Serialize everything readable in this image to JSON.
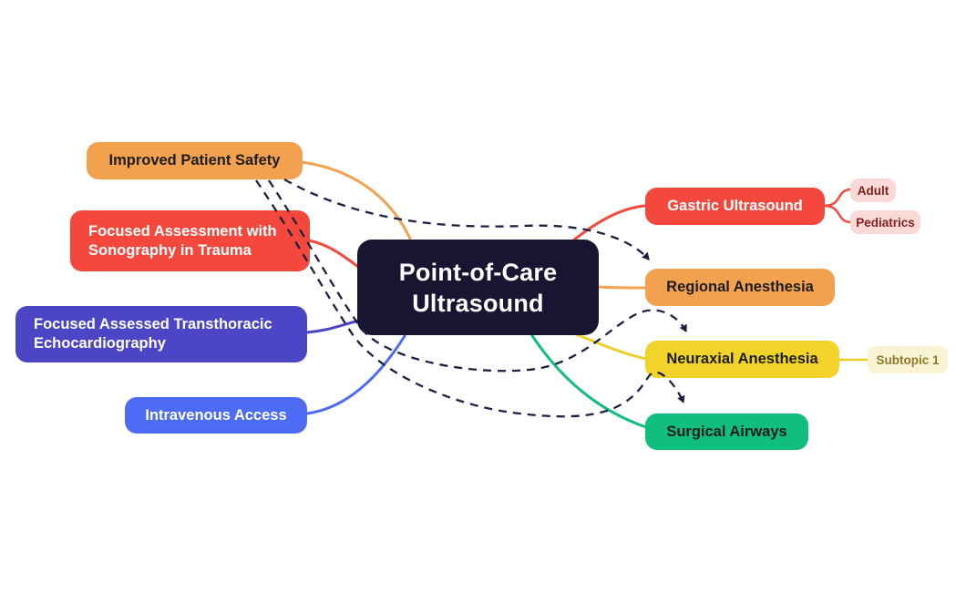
{
  "diagram": {
    "type": "mindmap",
    "title": "Point-of-Care Ultrasound"
  },
  "nodes": {
    "central": {
      "line1": "Point-of-Care",
      "line2": "Ultrasound"
    },
    "improved_patient_safety": {
      "label": "Improved Patient Safety"
    },
    "fast": {
      "line1": "Focused Assessment with",
      "line2": "Sonography in Trauma"
    },
    "fate": {
      "line1": "Focused Assessed Transthoracic",
      "line2": "Echocardiography"
    },
    "intravenous_access": {
      "label": "Intravenous Access"
    },
    "gastric_ultrasound": {
      "label": "Gastric Ultrasound"
    },
    "adult": {
      "label": "Adult"
    },
    "pediatrics": {
      "label": "Pediatrics"
    },
    "regional_anesthesia": {
      "label": "Regional Anesthesia"
    },
    "neuraxial_anesthesia": {
      "label": "Neuraxial Anesthesia"
    },
    "subtopic_1": {
      "label": "Subtopic 1"
    },
    "surgical_airways": {
      "label": "Surgical Airways"
    }
  },
  "links": {
    "solid": [
      {
        "from": "Point-of-Care Ultrasound",
        "to": "Improved Patient Safety",
        "color": "#F2A14F"
      },
      {
        "from": "Point-of-Care Ultrasound",
        "to": "Focused Assessment with Sonography in Trauma",
        "color": "#F4483C"
      },
      {
        "from": "Point-of-Care Ultrasound",
        "to": "Focused Assessed Transthoracic Echocardiography",
        "color": "#4C45C6"
      },
      {
        "from": "Point-of-Care Ultrasound",
        "to": "Intravenous Access",
        "color": "#4C6CF5"
      },
      {
        "from": "Point-of-Care Ultrasound",
        "to": "Gastric Ultrasound",
        "color": "#F4483C"
      },
      {
        "from": "Point-of-Care Ultrasound",
        "to": "Regional Anesthesia",
        "color": "#F2A14F"
      },
      {
        "from": "Point-of-Care Ultrasound",
        "to": "Neuraxial Anesthesia",
        "color": "#EFCE26"
      },
      {
        "from": "Point-of-Care Ultrasound",
        "to": "Surgical Airways",
        "color": "#10BE7D"
      },
      {
        "from": "Gastric Ultrasound",
        "to": "Adult",
        "color": "#F4483C"
      },
      {
        "from": "Gastric Ultrasound",
        "to": "Pediatrics",
        "color": "#F4483C"
      },
      {
        "from": "Neuraxial Anesthesia",
        "to": "Subtopic 1",
        "color": "#EFCE26"
      }
    ],
    "dashed_arrows": [
      {
        "from": "Improved Patient Safety",
        "to": "Regional Anesthesia"
      },
      {
        "from": "Improved Patient Safety",
        "to": "Neuraxial Anesthesia"
      },
      {
        "from": "Improved Patient Safety",
        "to": "Surgical Airways"
      }
    ]
  },
  "colors": {
    "background": "#FFFFFF",
    "central_node": "#171532",
    "orange": "#F2A14F",
    "red": "#F4483C",
    "indigo": "#4C45C6",
    "blue": "#4C6CF5",
    "yellow": "#F2D329",
    "green": "#10BE7D",
    "pink_subnode_bg": "#FBD9D7",
    "pink_subnode_text": "#82211B",
    "cream_subnode_bg": "#FAF3D3",
    "cream_subnode_text": "#8A7B2B",
    "dashed_link": "#1C2144"
  }
}
